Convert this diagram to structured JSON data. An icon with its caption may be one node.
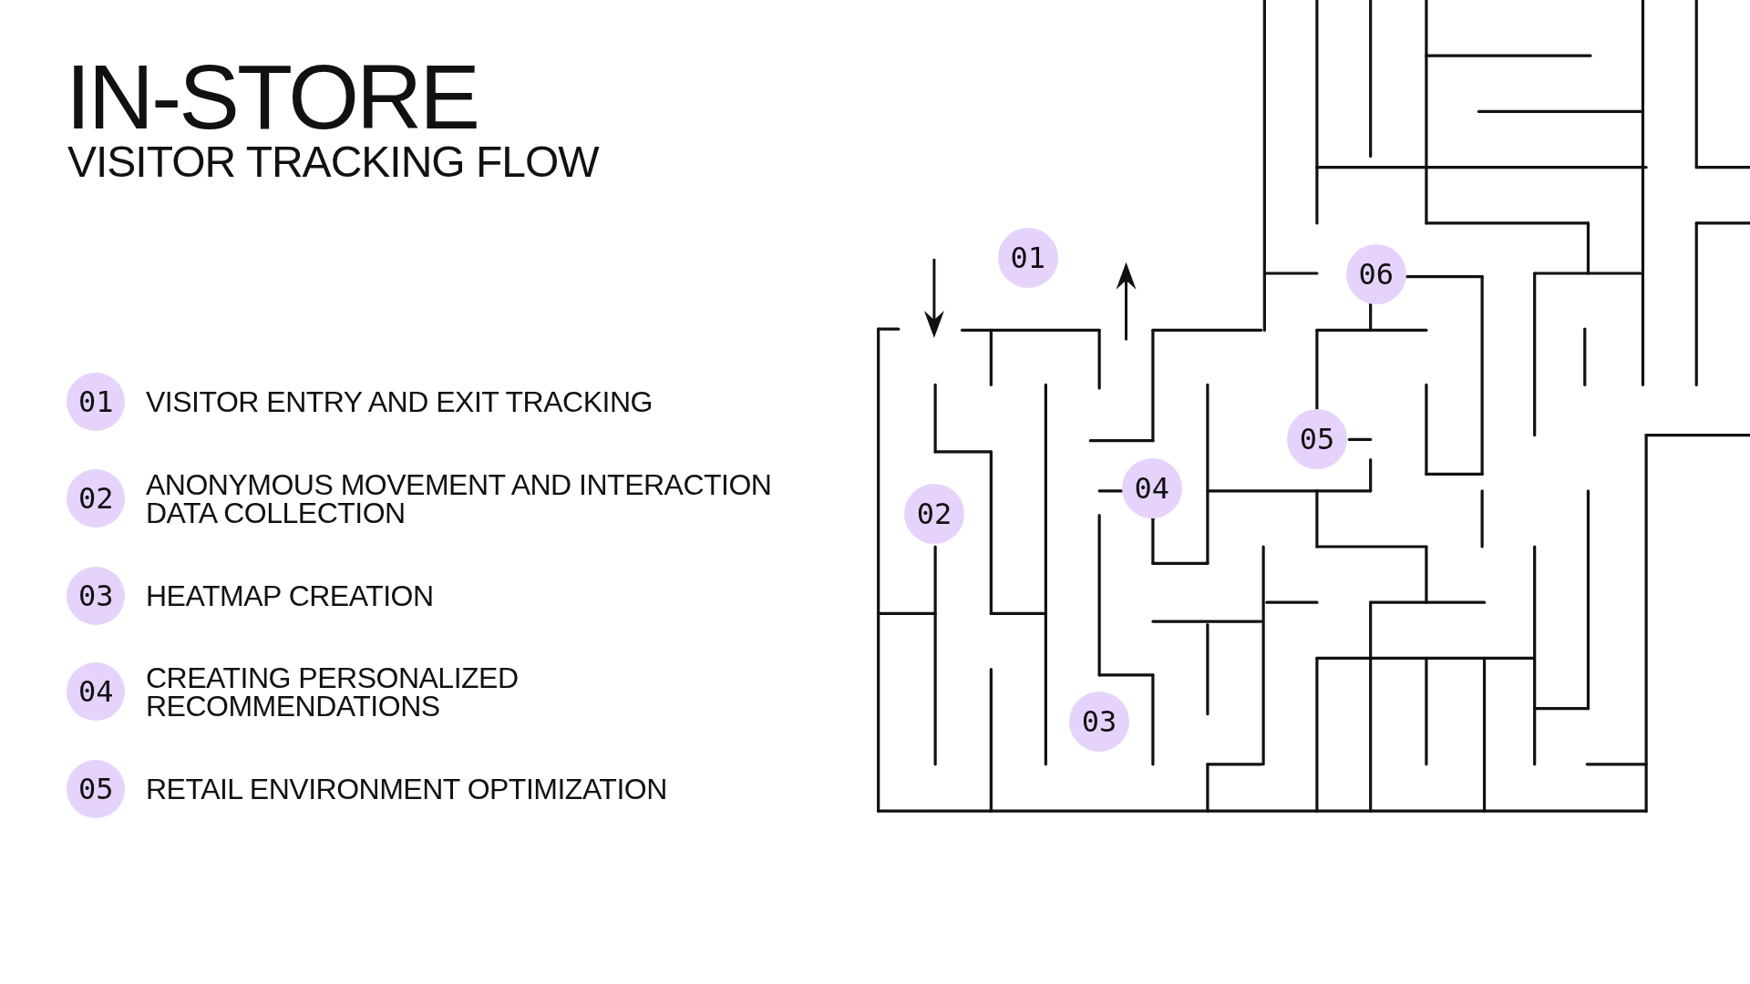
{
  "diagram": {
    "title": "IN-STORE",
    "caption": "VISITOR TRACKING FLOW",
    "nodes": [
      {
        "text": [
          "01"
        ],
        "beside": [
          "VISITOR ENTRY AND EXIT TRACKING"
        ]
      },
      {
        "text": [
          "02"
        ],
        "beside": [
          "ANONYMOUS MOVEMENT AND INTERACTION DATA COLLECTION"
        ]
      },
      {
        "text": [
          "03"
        ],
        "beside": [
          "HEATMAP CREATION"
        ]
      },
      {
        "text": [
          "04"
        ],
        "beside": [
          "CREATING PERSONALIZED RECOMMENDATIONS"
        ]
      },
      {
        "text": [
          "05"
        ],
        "beside": [
          "RETAIL ENVIRONMENT OPTIMIZATION"
        ]
      },
      {
        "text": [
          "01"
        ]
      },
      {
        "text": [
          "02"
        ]
      },
      {
        "text": [
          "03"
        ]
      },
      {
        "text": [
          "04"
        ]
      },
      {
        "text": [
          "05"
        ]
      },
      {
        "text": [
          "06"
        ]
      }
    ],
    "edges": []
  }
}
